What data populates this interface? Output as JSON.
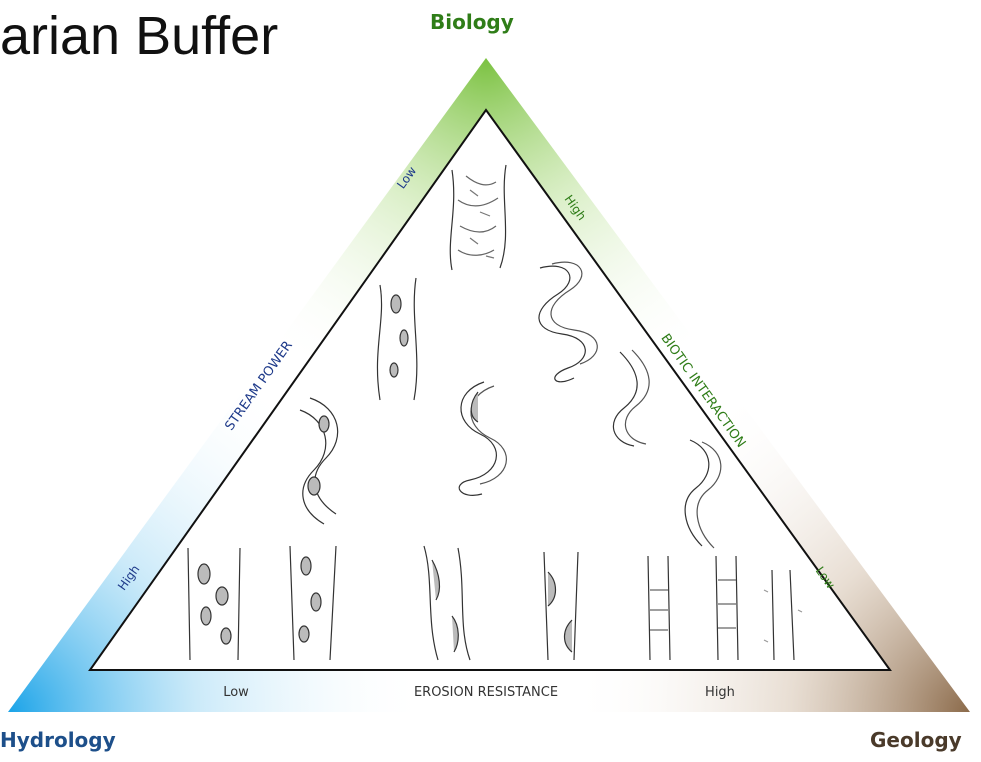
{
  "title": "arian Buffer",
  "corners": {
    "top": "Biology",
    "bottom_left": "Hydrology",
    "bottom_right": "Geology"
  },
  "left_side": {
    "label": "STREAM POWER",
    "low": "Low",
    "high": "High"
  },
  "right_side": {
    "label": "BIOTIC INTERACTION",
    "high": "High",
    "low": "Low"
  },
  "bottom_side": {
    "label": "EROSION RESISTANCE",
    "low": "Low",
    "high": "High"
  },
  "colors": {
    "biology": "#7cc242",
    "hydrology": "#1aa3e8",
    "geology": "#8b6a4a",
    "left_label": "#1e3a8a",
    "right_label": "#2f7d18",
    "bottom_label": "#333333"
  }
}
